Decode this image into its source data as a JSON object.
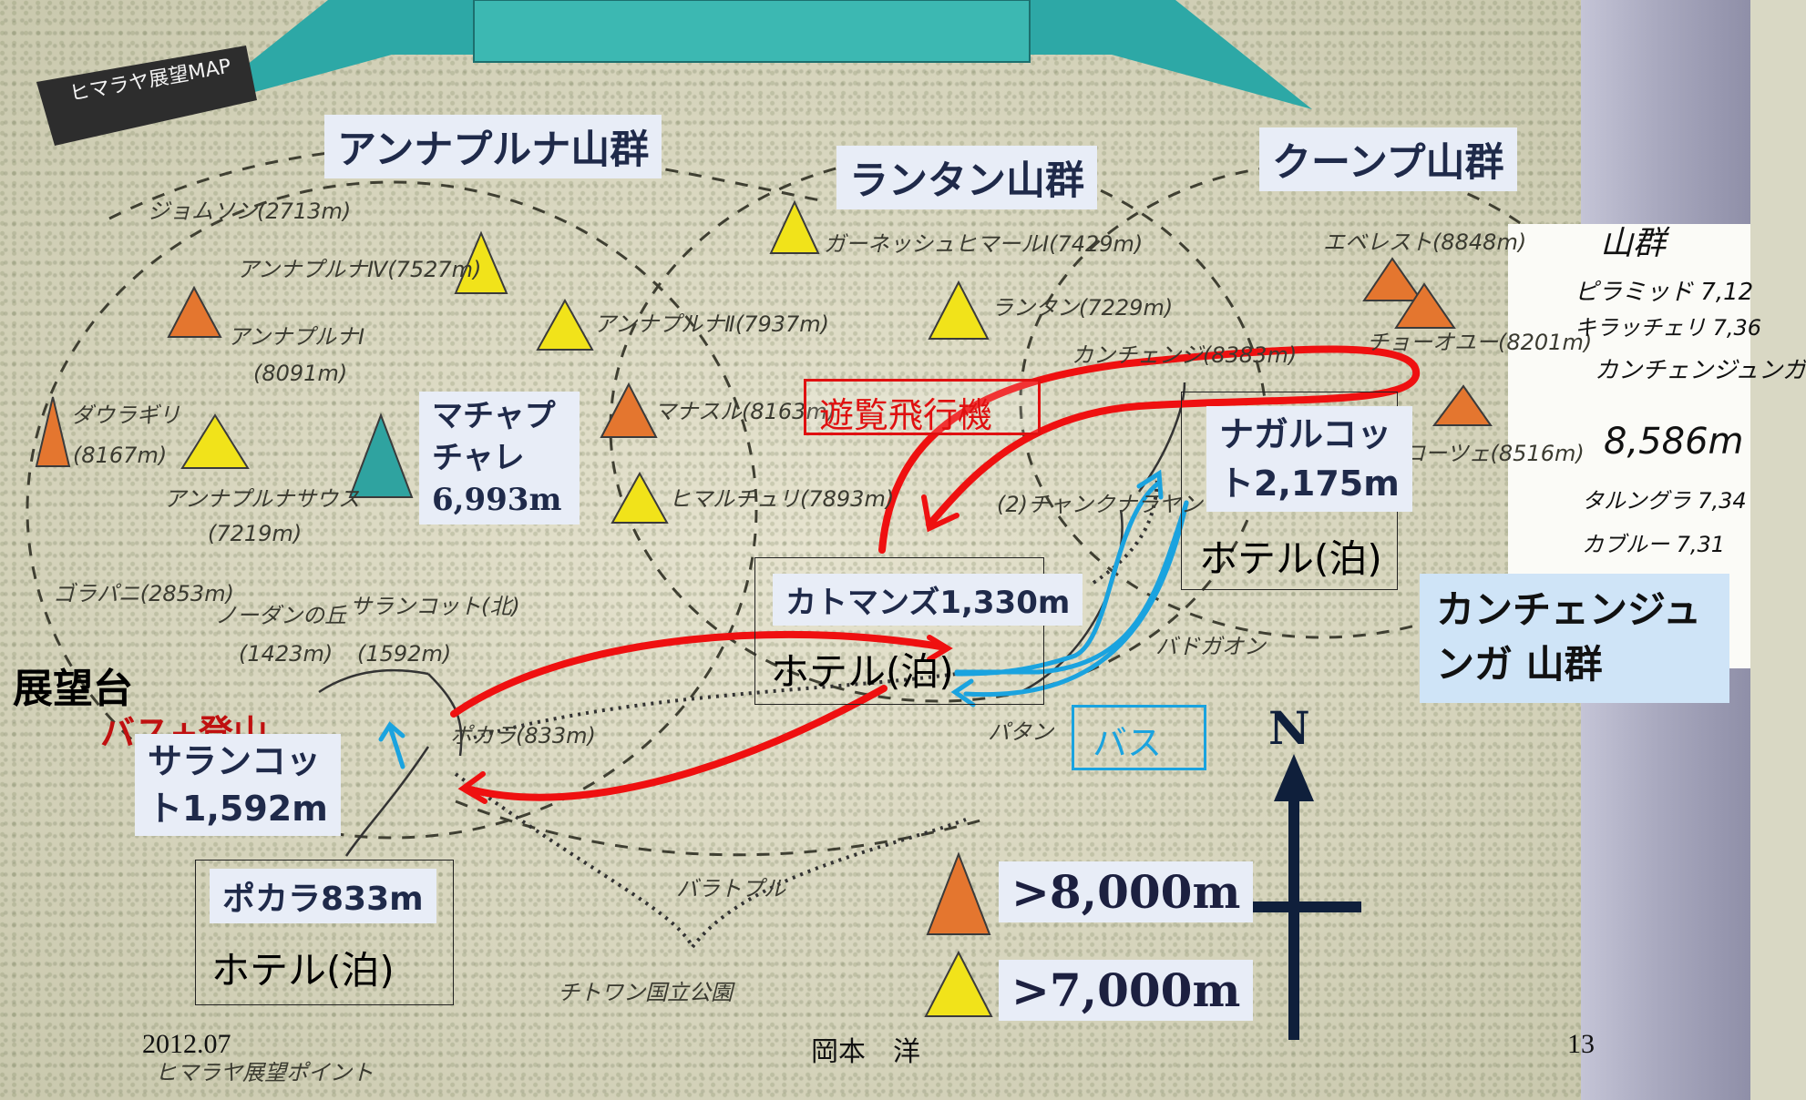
{
  "map_label": "ヒマラヤ展望MAP",
  "regions": {
    "annapurna": "アンナプルナ山群",
    "langtang": "ランタン山群",
    "khumbu": "クーンプ山群",
    "kangchenjunga": "カンチェンジュンガ 山群"
  },
  "peaks": {
    "jomsom": "ジョムソン(2713m)",
    "annapurna4": "アンナプルナⅣ(7527m)",
    "annapurna1_name": "アンナプルナⅠ",
    "annapurna1_alt": "(8091m)",
    "annapurna2": "アンナプルナⅡ(7937m)",
    "ganesh": "ガーネッシュヒマールⅠ(7429m)",
    "langtang_peak": "ランタン(7229m)",
    "everest": "エベレスト(8848m)",
    "cho_oyu": "チョーオユー(8201m)",
    "lhotse": "ローツェ(8516m)",
    "kangchen_small": "カンチェンジ(8383m)",
    "dhaulagiri_name": "ダウラギリ",
    "dhaulagiri_alt": "(8167m)",
    "annapurna_south_name": "アンナプルナサウス",
    "annapurna_south_alt": "(7219m)",
    "manaslu": "マナスル(8163m)",
    "himalchuli": "ヒマルチュリ(7893m)",
    "machapuchare_l1": "マチャプ",
    "machapuchare_l2": "チャレ",
    "machapuchare_alt": "6,993m",
    "gorapani": "ゴラパニ(2853m)",
    "nodanda": "ノーダンの丘",
    "nodanda_alt": "(1423m)",
    "sarangkot_small": "サランコット(北)",
    "sarangkot_small_alt": "(1592m)",
    "pokhara_small": "ポカラ(833m)",
    "chankunarayan": "(2)チャンクナラヤン",
    "bhaktapur": "バドガオン",
    "patan": "パタン",
    "bharatpur": "バラトプル",
    "chitwan": "チトワン国立公園",
    "viewpoint": "ヒマラヤ展望ポイント"
  },
  "labels": {
    "sightseeing_flight": "遊覧飛行機",
    "nagarkot_l1": "ナガルコッ",
    "nagarkot_l2": "ト2,175m",
    "hotel_nagarkot": "ホテル(泊)",
    "kathmandu": "カトマンズ1,330m",
    "hotel_kathmandu": "ホテル(泊)",
    "bus": "バス",
    "observatory": "展望台",
    "bus_climb": "バス+登山",
    "sarangkot_l1": "サランコッ",
    "sarangkot_l2": "ト1,592m",
    "pokhara": "ポカラ833m",
    "hotel_pokhara": "ホテル(泊)",
    "north": "N"
  },
  "legend": {
    "over8000": ">8,000m",
    "over7000": ">7,000m"
  },
  "inset": {
    "title": "山群",
    "rows": [
      {
        "name": "ピラミッド",
        "alt": "7,12"
      },
      {
        "name": "キラッチェリ",
        "alt": "7,36"
      },
      {
        "name": "カンチェンジュンガ",
        "alt": "8,586m"
      },
      {
        "name": "タルングラ",
        "alt": "7,34"
      },
      {
        "name": "カブルー",
        "alt": "7,31"
      }
    ]
  },
  "footer": {
    "date": "2012.07",
    "author": "岡本　洋",
    "page": "13"
  },
  "colors": {
    "peak_8000": "#e4762f",
    "peak_7000": "#f1e31a",
    "machapuchare": "#2fa3a0",
    "route_flight": "#ef1010",
    "route_bus": "#1aa3df",
    "label_box": "#e8edf7",
    "banner": "#2da8a6"
  }
}
